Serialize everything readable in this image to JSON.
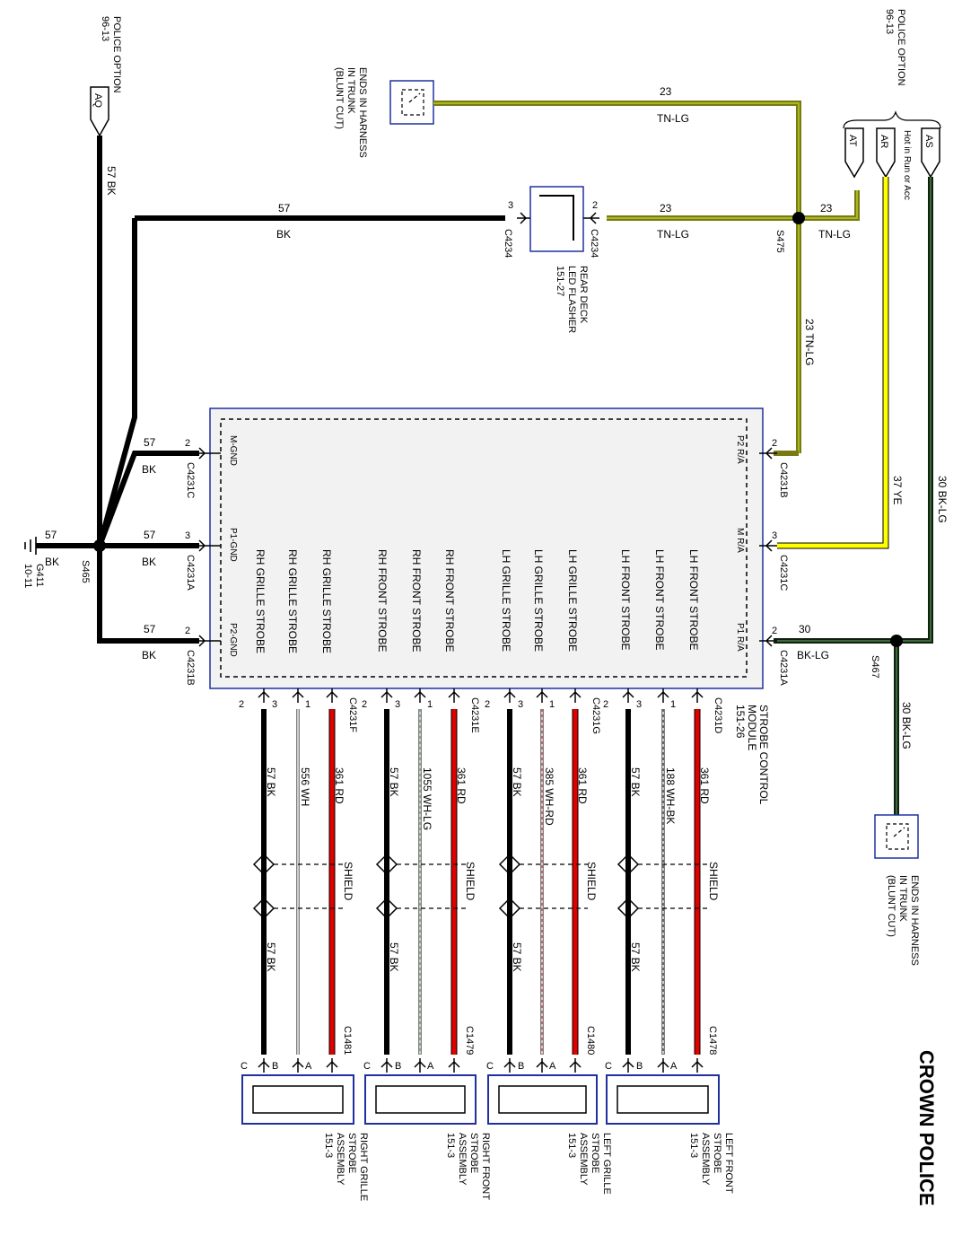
{
  "title": "CROWN POLICE",
  "colors": {
    "bk": "#000000",
    "tn_lg": "#7a7a14",
    "tn_lg_stripe": "#a8b820",
    "ye": "#ffff00",
    "bk_lg": "#111f11",
    "bk_lg_stripe": "#3a6a3a",
    "rd": "#e00000",
    "wh": "#ffffff",
    "lg": "#5c9a5c",
    "box_border": "#2030a0",
    "module_fill": "#f2f2f2"
  },
  "power": {
    "police_option_left": "POLICE OPTION",
    "police_option_left_ref": "96-13",
    "police_option_right": "POLICE OPTION",
    "police_option_right_ref": "96-13",
    "pin_aq": "AQ",
    "pin_at": "AT",
    "pin_ar": "AR",
    "pin_as": "AS",
    "hot_note_1": "Hot in Run or Acc",
    "hot_note_2": "Hot in Run or Acc"
  },
  "ends_top": {
    "line1": "ENDS IN HARNESS",
    "line2": "IN TRUNK",
    "line3": "(BLUNT CUT)"
  },
  "ends_bottom": {
    "line1": "ENDS IN HARNESS",
    "line2": "IN TRUNK",
    "line3": "(BLUNT CUT)"
  },
  "flasher": {
    "line1": "REAR DECK",
    "line2": "LED FLASHER",
    "line3": "151-27",
    "pin_left": "3",
    "pin_right": "2",
    "conn_left": "C4234",
    "conn_right": "C4234"
  },
  "splices": {
    "s475": "S475",
    "s465": "S465",
    "s467": "S467"
  },
  "ground": {
    "name": "G411",
    "ref": "10-11"
  },
  "wires": {
    "w57": "57",
    "bk": "BK",
    "w23": "23",
    "tn_lg": "TN-LG",
    "w37": "37",
    "ye": "YE",
    "w30": "30",
    "bk_lg": "BK-LG",
    "w57bk": "57  BK",
    "w23tnlg": "23  TN-LG",
    "w30bklg": "30  BK-LG",
    "w37ye": "37  YE"
  },
  "module": {
    "line1": "STROBE CONTROL",
    "line2": "MODULE",
    "line3": "151-26",
    "left_pins": [
      {
        "label": "M-GND",
        "pin": "2",
        "conn": "C4231C"
      },
      {
        "label": "P1-GND",
        "pin": "3",
        "conn": "C4231A"
      },
      {
        "label": "P2-GND",
        "pin": "2",
        "conn": "C4231B"
      }
    ],
    "right_pins": [
      {
        "label": "P2 R/A",
        "pin": "2",
        "conn": "C4231B"
      },
      {
        "label": "M R/A",
        "pin": "3",
        "conn": "C4231C"
      },
      {
        "label": "P1 R/A",
        "pin": "2",
        "conn": "C4231A"
      }
    ],
    "outputs": [
      "RH GRILLE STROBE",
      "RH GRILLE STROBE",
      "RH GRILLE STROBE",
      "RH FRONT STROBE",
      "RH FRONT STROBE",
      "RH FRONT STROBE",
      "LH GRILLE STROBE",
      "LH GRILLE STROBE",
      "LH GRILLE STROBE",
      "LH FRONT STROBE",
      "LH FRONT STROBE",
      "LH FRONT STROBE"
    ]
  },
  "shield": "SHIELD",
  "groups": [
    {
      "conn_top": "C4231F",
      "pins": [
        "2",
        "3",
        "1"
      ],
      "red": "361  RD",
      "mid": "556  WH",
      "blk": "57  BK",
      "blk2": "57  BK",
      "conn_bot": "C1481",
      "bot_pins": [
        "C",
        "B",
        "A"
      ],
      "name": [
        "RIGHT GRILLE",
        "STROBE",
        "ASSEMBLY",
        "151-3"
      ]
    },
    {
      "conn_top": "C4231E",
      "pins": [
        "2",
        "3",
        "1"
      ],
      "red": "361  RD",
      "mid": "1055  WH-LG",
      "blk": "57  BK",
      "blk2": "57  BK",
      "conn_bot": "C1479",
      "bot_pins": [
        "C",
        "B",
        "A"
      ],
      "name": [
        "RIGHT FRONT",
        "STROBE",
        "ASSEMBLY",
        "151-3"
      ]
    },
    {
      "conn_top": "C4231G",
      "pins": [
        "2",
        "3",
        "1"
      ],
      "red": "361  RD",
      "mid": "385  WH-RD",
      "blk": "57  BK",
      "blk2": "57  BK",
      "conn_bot": "C1480",
      "bot_pins": [
        "C",
        "B",
        "A"
      ],
      "name": [
        "LEFT GRILLE",
        "STROBE",
        "ASSEMBLY",
        "151-3"
      ]
    },
    {
      "conn_top": "C4231D",
      "pins": [
        "2",
        "3",
        "1"
      ],
      "red": "361  RD",
      "mid": "188  WH-BK",
      "blk": "57  BK",
      "blk2": "57  BK",
      "conn_bot": "C1478",
      "bot_pins": [
        "C",
        "B",
        "A"
      ],
      "name": [
        "LEFT FRONT",
        "STROBE",
        "ASSEMBLY",
        "151-3"
      ]
    }
  ]
}
